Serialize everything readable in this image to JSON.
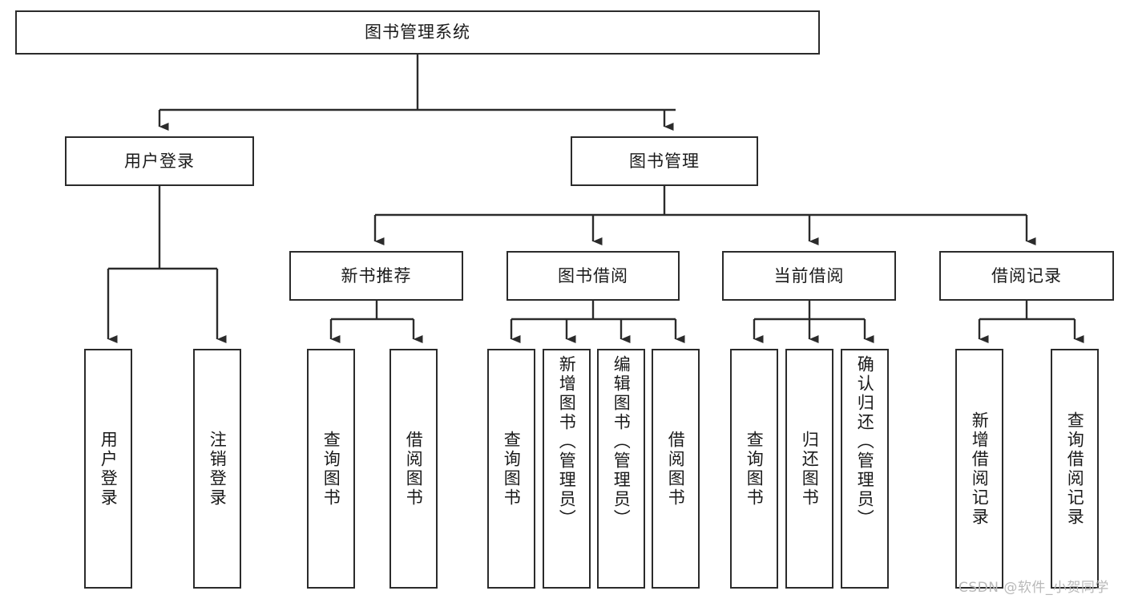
{
  "diagram": {
    "type": "hierarchy-tree",
    "title_node": {
      "label": "图书管理系统"
    },
    "level2": [
      {
        "id": "user-login",
        "label": "用户登录"
      },
      {
        "id": "book-management",
        "label": "图书管理"
      }
    ],
    "level3": [
      {
        "id": "new-book-recommend",
        "label": "新书推荐"
      },
      {
        "id": "book-borrow",
        "label": "图书借阅"
      },
      {
        "id": "current-borrow",
        "label": "当前借阅"
      },
      {
        "id": "borrow-record",
        "label": "借阅记录"
      }
    ],
    "leaves": {
      "user_login": [
        {
          "id": "leaf-user-login",
          "label": "用户登录"
        },
        {
          "id": "leaf-logout-login",
          "label": "注销登录"
        }
      ],
      "new_book_recommend": [
        {
          "id": "leaf-query-book-1",
          "label": "查询图书"
        },
        {
          "id": "leaf-borrow-book-1",
          "label": "借阅图书"
        }
      ],
      "book_borrow": [
        {
          "id": "leaf-query-book-2",
          "label": "查询图书"
        },
        {
          "id": "leaf-add-book",
          "label": "新增图书（管理员）"
        },
        {
          "id": "leaf-edit-book",
          "label": "编辑图书（管理员）"
        },
        {
          "id": "leaf-borrow-book-2",
          "label": "借阅图书"
        }
      ],
      "current_borrow": [
        {
          "id": "leaf-query-book-3",
          "label": "查询图书"
        },
        {
          "id": "leaf-return-book",
          "label": "归还图书"
        },
        {
          "id": "leaf-confirm-return",
          "label": "确认归还（管理员）"
        }
      ],
      "borrow_record": [
        {
          "id": "leaf-add-borrow-record",
          "label": "新增借阅记录"
        },
        {
          "id": "leaf-query-borrow-record",
          "label": "查询借阅记录"
        }
      ]
    }
  },
  "watermark": {
    "text": "CSDN @软件_小贺同学"
  },
  "colors": {
    "stroke": "#2b2b2b",
    "background": "#ffffff",
    "text": "#1a1a1a",
    "watermark": "#b9b9b9"
  }
}
